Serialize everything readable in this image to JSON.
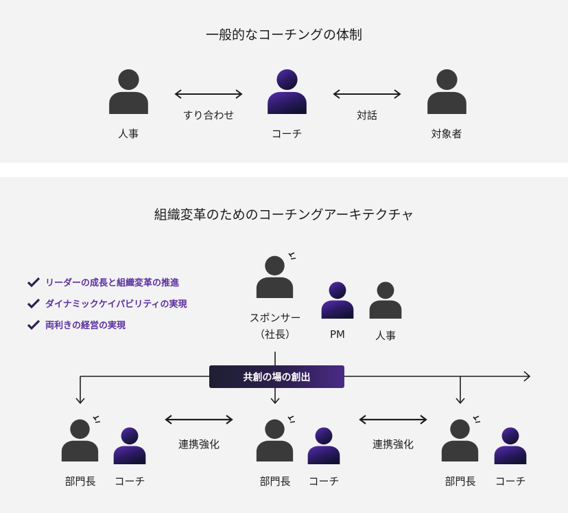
{
  "top": {
    "title": "一般的なコーチングの体制",
    "nodes": [
      "人事",
      "コーチ",
      "対象者"
    ],
    "links": [
      "すり合わせ",
      "対話"
    ]
  },
  "bottom": {
    "title": "組織変革のためのコーチングアーキテクチャ",
    "checklist": [
      "リーダーの成長と組織変革の推進",
      "ダイナミックケイパビリティの実現",
      "両利きの経営の実現"
    ],
    "sponsor_line1": "スポンサー",
    "sponsor_line2": "（社長）",
    "pm": "PM",
    "hr": "人事",
    "cocreate": "共創の場の創出",
    "links": [
      "連携強化",
      "連携強化"
    ],
    "units": [
      {
        "head": "部門長",
        "coach": "コーチ"
      },
      {
        "head": "部門長",
        "coach": "コーチ"
      },
      {
        "head": "部門長",
        "coach": "コーチ"
      }
    ]
  },
  "colors": {
    "person_dark": "#3a3a3a",
    "coach_gradient": [
      "#3b1f80",
      "#1a1444"
    ],
    "accent": "#5b2fa0",
    "panel": "#f3f3f4"
  }
}
